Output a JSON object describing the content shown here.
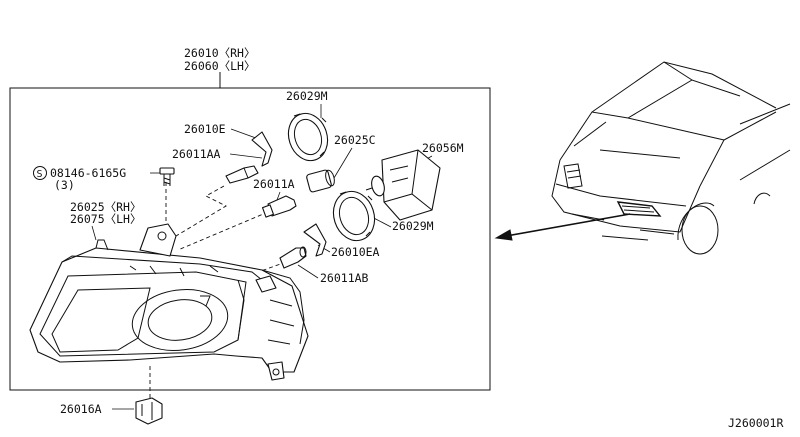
{
  "labels": {
    "assembly_rh": "26010〈RH〉",
    "assembly_lh": "26060〈LH〉",
    "cap_upper": "26029M",
    "clip_e": "26010E",
    "bulb_aa": "26011AA",
    "socket_c": "26025C",
    "ballast": "26056M",
    "bolt": "08146-6165G",
    "bolt_qty": "(3)",
    "bulb_a": "26011A",
    "headlamp_rh": "26025〈RH〉",
    "headlamp_lh": "26075〈LH〉",
    "cap_lower": "26029M",
    "clip_ea": "26010EA",
    "bulb_ab": "26011AB",
    "bracket": "26016A",
    "bolt_symbol": "S",
    "diagram_code": "J260001R"
  }
}
